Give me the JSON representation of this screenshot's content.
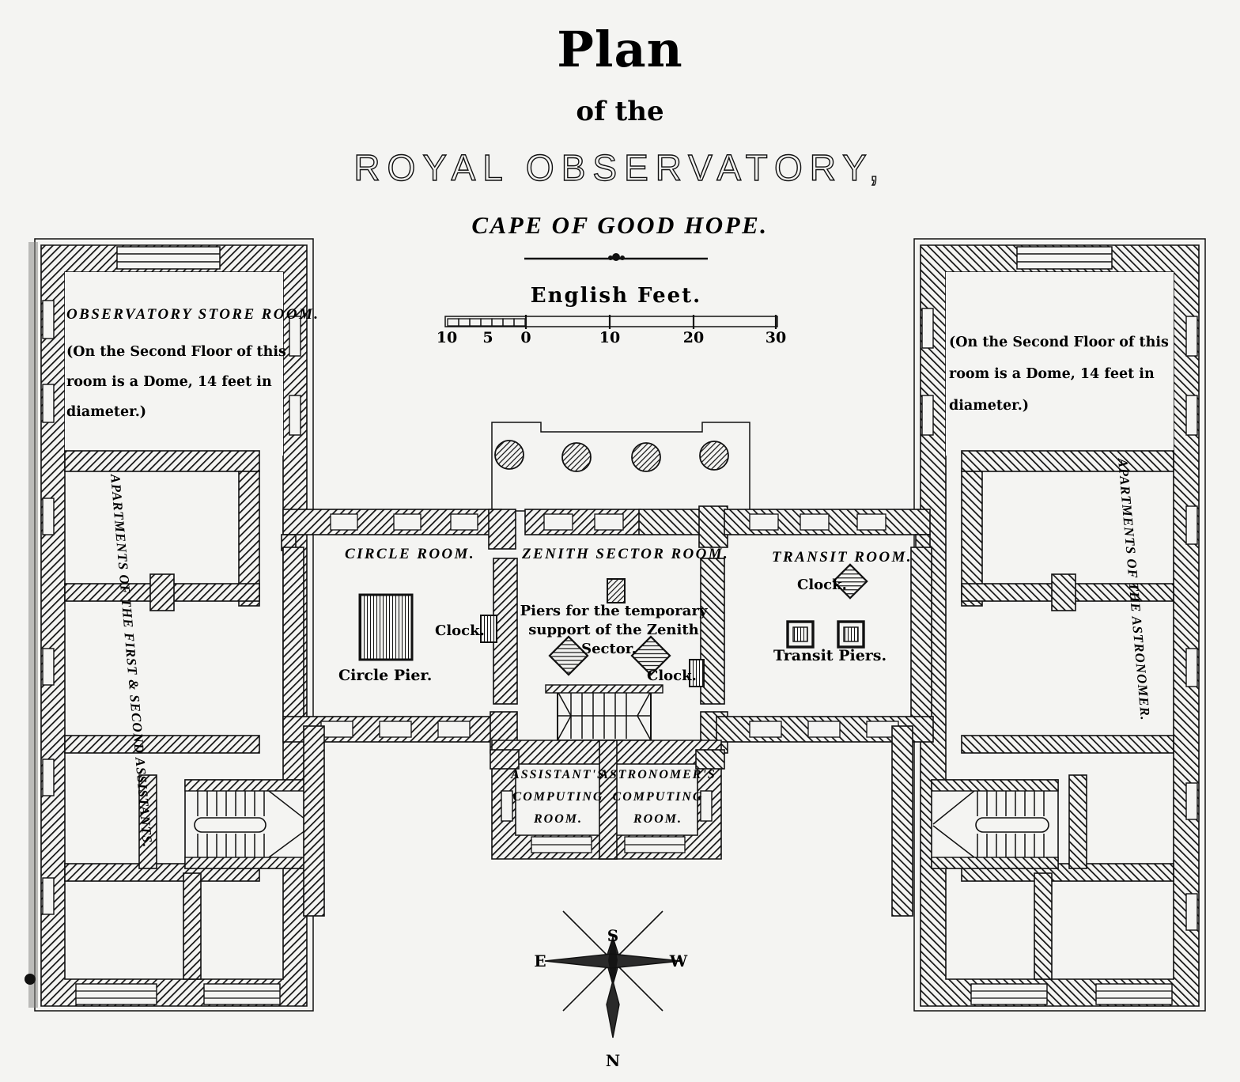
{
  "title": {
    "line1": "Plan",
    "line2": "of the",
    "line3": "ROYAL OBSERVATORY,",
    "line4": "CAPE OF GOOD HOPE."
  },
  "scale": {
    "label": "English Feet.",
    "ticks": [
      "10",
      "5",
      "0",
      "10",
      "20",
      "30"
    ]
  },
  "rooms": {
    "store_room": {
      "name": "OBSERVATORY STORE ROOM.",
      "note_line1": "(On the  Second  Floor of this",
      "note_line2": "room  is  a  Dome,   14 feet  in",
      "note_line3": "diameter.)"
    },
    "right_dome": {
      "note_line1": "(On the  Second  Floor of this",
      "note_line2": "room  is  a  Dome,  14 feet in",
      "note_line3": "diameter.)"
    },
    "circle_room": "CIRCLE ROOM.",
    "zenith_room": "ZENITH SECTOR ROOM.",
    "transit_room": "TRANSIT ROOM.",
    "assistants_computing": [
      "ASSISTANT'S",
      "COMPUTING",
      "ROOM."
    ],
    "astronomers_computing": [
      "ASTRONOMER'S",
      "COMPUTING",
      "ROOM."
    ]
  },
  "fixtures": {
    "circle_pier": "Circle Pier.",
    "clock_circle": "Clock.",
    "clock_zenith": "Clock.",
    "clock_transit": "Clock.",
    "transit_piers": "Transit Piers.",
    "zenith_piers_line1": "Piers for the temporary",
    "zenith_piers_line2": "support of the Zenith",
    "zenith_piers_line3": "Sector."
  },
  "wings": {
    "left_label": "APARTMENTS OF THE FIRST & SECOND ASSISTANTS.",
    "right_label": "APARTMENTS OF THE ASTRONOMER."
  },
  "compass": {
    "north": "N",
    "south": "S",
    "east": "E",
    "west": "W"
  },
  "colors": {
    "ink": "#111111",
    "paper": "#f4f4f2"
  }
}
